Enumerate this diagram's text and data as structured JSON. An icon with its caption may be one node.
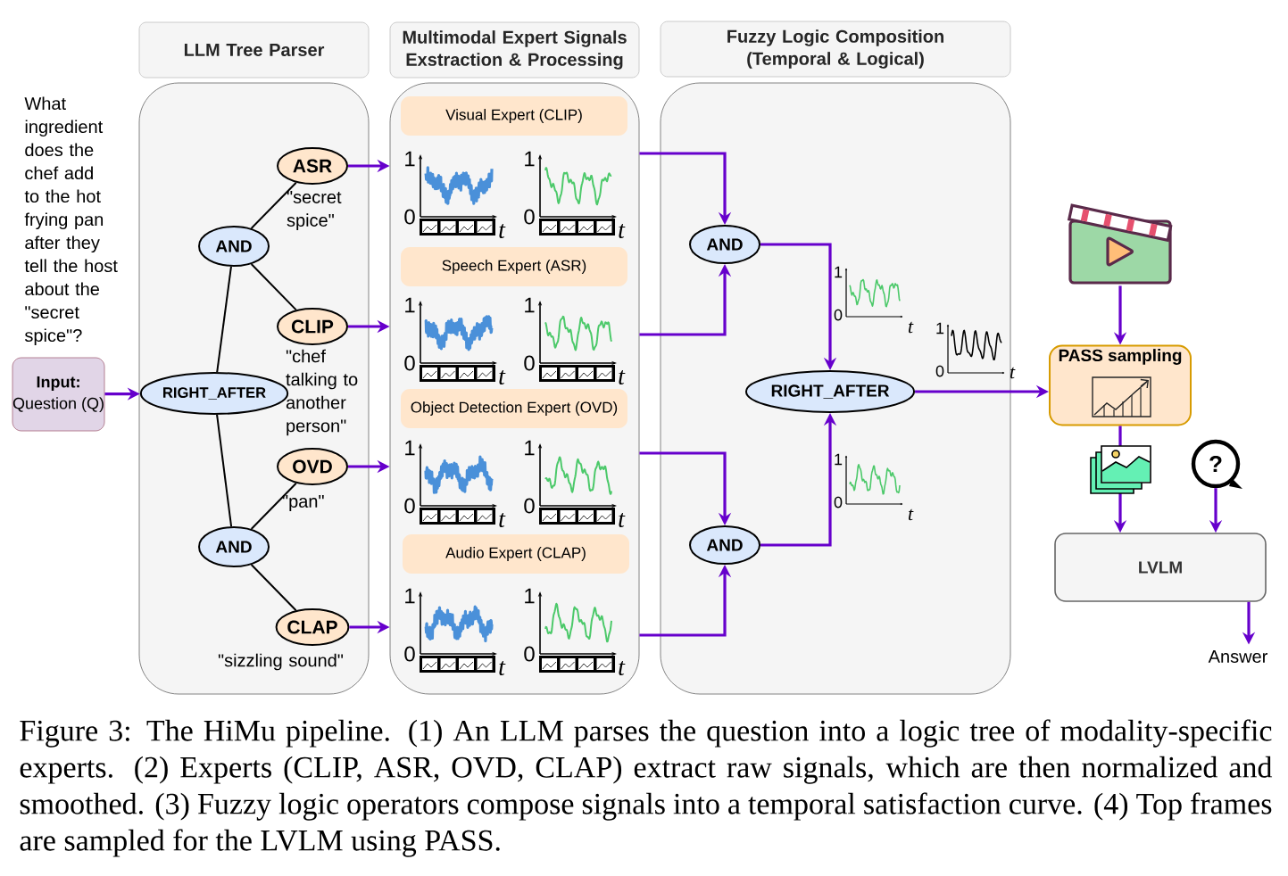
{
  "diagram": {
    "caption": "Figure 3: The HiMu pipeline. (1) An LLM parses the question into a logic tree of modality-specific experts. (2) Experts (CLIP, ASR, OVD, CLAP) extract raw signals, which are then normalized and smoothed. (3) Fuzzy logic operators compose signals into a temporal satisfaction curve. (4) Top frames are sampled for the LVLM using PASS.",
    "nodes": [
      {
        "text": [
          "LLM Tree Parser"
        ]
      },
      {
        "text": [
          "Multimodal Expert Signals Exstraction & Processing"
        ]
      },
      {
        "text": [
          "Fuzzy Logic Composition (Temporal & Logical)"
        ]
      },
      {
        "text": [],
        "shape": "box"
      },
      {
        "text": [],
        "shape": "box"
      },
      {
        "text": [],
        "shape": "box"
      },
      {
        "text": [
          "Input:",
          "Question (Q)"
        ]
      },
      {
        "text": [
          "RIGHT_AFTER"
        ],
        "in": 3
      },
      {
        "text": [
          "AND"
        ],
        "in": 3
      },
      {
        "text": [
          "AND"
        ],
        "in": 3
      },
      {
        "text": [
          "ASR"
        ],
        "in": 3,
        "beside": [
          "\"secret spice\""
        ]
      },
      {
        "text": [
          "CLIP"
        ],
        "in": 3,
        "beside": [
          "\"chef talking to another person\""
        ]
      },
      {
        "text": [
          "OVD"
        ],
        "in": 3,
        "beside": [
          "\"pan\""
        ]
      },
      {
        "text": [
          "CLAP"
        ],
        "in": 3,
        "beside": [
          "\"sizzling sound\""
        ]
      },
      {
        "text": [
          "Visual Expert (CLIP)"
        ],
        "in": 4
      },
      {
        "text": [
          "Speech Expert (ASR)"
        ],
        "in": 4
      },
      {
        "text": [
          "Object Detection Expert (OVD)"
        ],
        "in": 4
      },
      {
        "text": [
          "Audio Expert (CLAP)"
        ],
        "in": 4
      },
      {
        "text": [
          "AND"
        ],
        "in": 5
      },
      {
        "text": [
          "AND"
        ],
        "in": 5
      },
      {
        "text": [
          "RIGHT_AFTER"
        ],
        "in": 5
      },
      {
        "text": [],
        "shape": "picture"
      },
      {
        "text": [
          "PASS sampling"
        ]
      },
      {
        "text": [
          "?"
        ]
      },
      {
        "text": [
          "LVLM"
        ]
      },
      {
        "text": [
          "Answer"
        ]
      }
    ],
    "edges": [
      {
        "from": 6,
        "to": 7,
        "arrow": "to"
      },
      {
        "from": 7,
        "to": 8,
        "arrow": "none",
        "color": "#000000"
      },
      {
        "from": 7,
        "to": 9,
        "arrow": "none",
        "color": "#000000"
      },
      {
        "from": 8,
        "to": 10,
        "arrow": "none",
        "color": "#000000"
      },
      {
        "from": 8,
        "to": 11,
        "arrow": "none",
        "color": "#000000"
      },
      {
        "from": 9,
        "to": 12,
        "arrow": "none",
        "color": "#000000"
      },
      {
        "from": 9,
        "to": 13,
        "arrow": "none",
        "color": "#000000"
      },
      {
        "from": 10,
        "to": 4,
        "arrow": "to"
      },
      {
        "from": 11,
        "to": 4,
        "arrow": "to"
      },
      {
        "from": 12,
        "to": 4,
        "arrow": "to"
      },
      {
        "from": 13,
        "to": 4,
        "arrow": "to"
      },
      {
        "from": 4,
        "to": 18,
        "arrow": "to"
      },
      {
        "from": 4,
        "to": 18,
        "arrow": "to"
      },
      {
        "from": 4,
        "to": 19,
        "arrow": "to"
      },
      {
        "from": 4,
        "to": 19,
        "arrow": "to"
      },
      {
        "from": 18,
        "to": 20,
        "arrow": "to"
      },
      {
        "from": 19,
        "to": 20,
        "arrow": "to"
      },
      {
        "from": 20,
        "to": 22,
        "arrow": "to"
      },
      {
        "from": 21,
        "to": 22,
        "arrow": "to"
      },
      {
        "from": 22,
        "to": 24,
        "arrow": "to"
      },
      {
        "from": 23,
        "to": 24,
        "arrow": "to"
      },
      {
        "from": 24,
        "to": 25,
        "arrow": "to"
      }
    ],
    "labels": [
      "What ingredient does the chef add to the hot frying pan after they tell the host about the \"secret spice\"?",
      "1",
      "0",
      "t",
      "1",
      "0",
      "t",
      "1",
      "0",
      "t",
      "1",
      "0",
      "t",
      "1",
      "0",
      "t",
      "1",
      "0",
      "t",
      "1",
      "0",
      "t",
      "1",
      "0",
      "t",
      "1",
      "0",
      "t",
      "1",
      "0",
      "t",
      "1",
      "0",
      "t"
    ]
  }
}
